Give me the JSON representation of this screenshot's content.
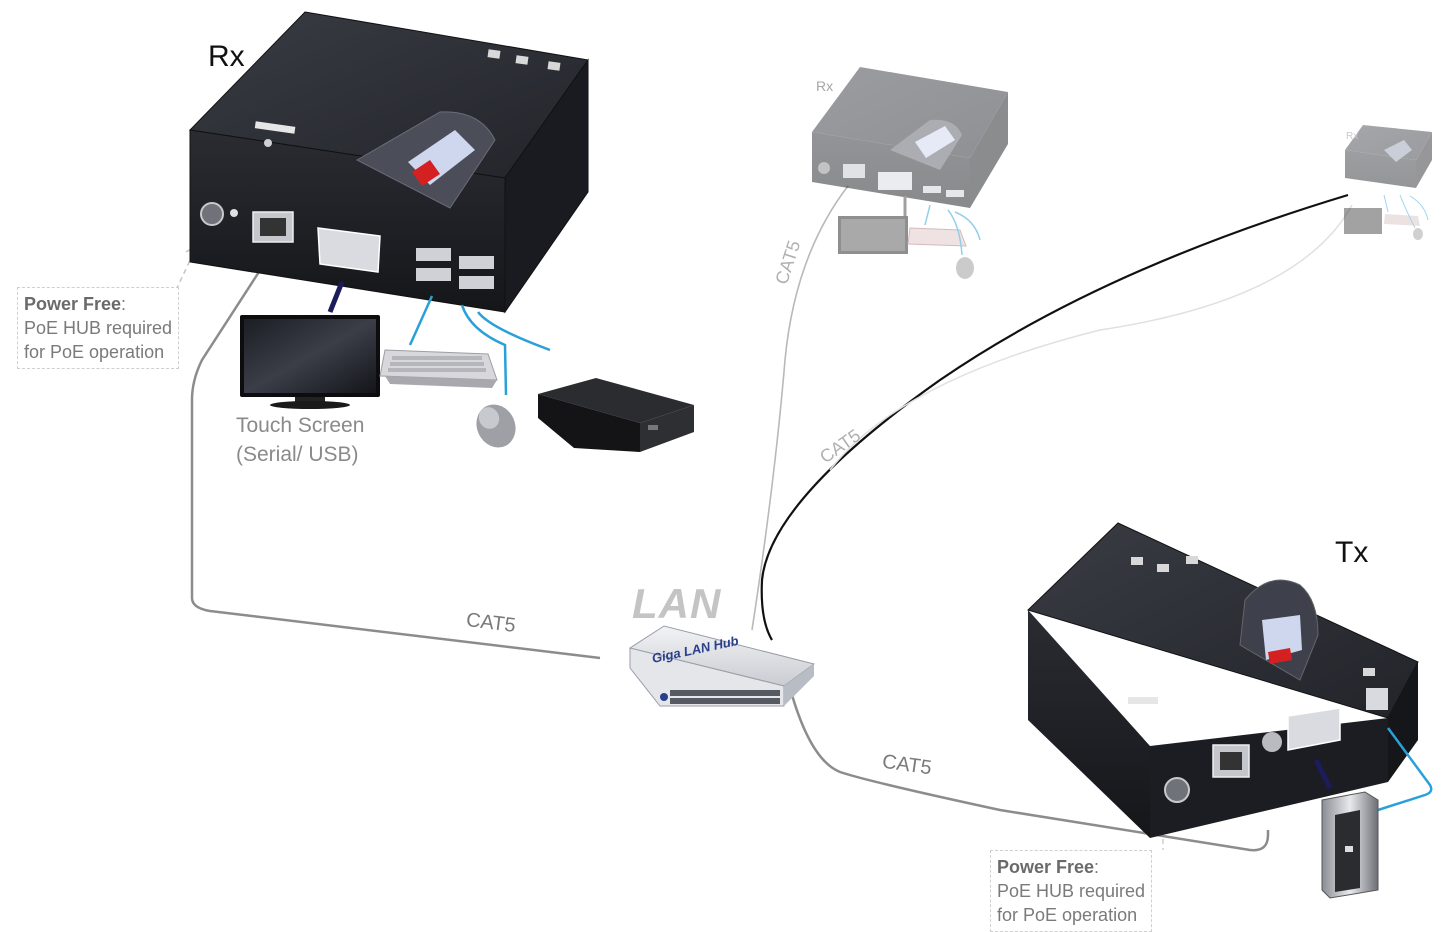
{
  "rx_main": {
    "title": "Rx"
  },
  "rx_remote1": {
    "title": "Rx"
  },
  "rx_remote2": {
    "title": "Rx"
  },
  "tx": {
    "title": "Tx"
  },
  "lan": {
    "label": "LAN",
    "hub_label": "Giga LAN Hub"
  },
  "links": {
    "rx_main_cat": "CAT5",
    "tx_cat": "CAT5",
    "remote1_cat": "CAT5",
    "remote2_cat": "CAT5"
  },
  "notes": {
    "rx": {
      "strong": "Power Free",
      "colon": ":",
      "line1": "PoE HUB required",
      "line2": "for PoE operation"
    },
    "tx": {
      "strong": "Power Free",
      "colon": ":",
      "line1": "PoE HUB required",
      "line2": "for PoE operation"
    }
  },
  "peripherals": {
    "touch_screen_line1": "Touch Screen",
    "touch_screen_line2": "(Serial/ USB)"
  },
  "colors": {
    "device_body": "#26282e",
    "cable_gray": "#8c8c8c",
    "cable_black": "#111111",
    "cable_light": "#e0e0e0",
    "usb_blue": "#2aa0d8",
    "video_navy": "#1c1c5c",
    "hub_text": "#2a3f8c"
  }
}
